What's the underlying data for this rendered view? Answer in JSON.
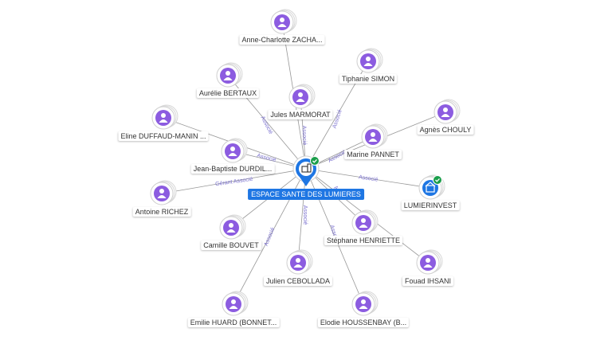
{
  "colors": {
    "person": "#8c5ce0",
    "company": "#1e76e3",
    "edge": "#6b6b6b",
    "edge_label": "#7a70cf",
    "check": "#1a9e4a"
  },
  "center": {
    "label": "ESPACE SANTE DES LUMIERES",
    "icon": "building-icon",
    "verified": true
  },
  "nodes": [
    {
      "id": "anne",
      "label": "Anne-Charlotte ZACHA...",
      "type": "person",
      "edge_label": ""
    },
    {
      "id": "tiphanie",
      "label": "Tiphanie SIMON",
      "type": "person",
      "edge_label": "Associé"
    },
    {
      "id": "aurelie",
      "label": "Aurélie BERTAUX",
      "type": "person",
      "edge_label": "Associé"
    },
    {
      "id": "jules",
      "label": "Jules MARMORAT",
      "type": "person",
      "edge_label": "Associé"
    },
    {
      "id": "agnes",
      "label": "Agnès CHOULY",
      "type": "person",
      "edge_label": ""
    },
    {
      "id": "eline",
      "label": "Eline DUFFAUD-MANIN ...",
      "type": "person",
      "edge_label": ""
    },
    {
      "id": "marine",
      "label": "Marine PANNET",
      "type": "person",
      "edge_label": "Associé"
    },
    {
      "id": "jeanbaptiste",
      "label": "Jean-Baptiste DURDIL...",
      "type": "person",
      "edge_label": "Associé"
    },
    {
      "id": "lumierinvest",
      "label": "LUMIERINVEST",
      "type": "company",
      "edge_label": "Associé",
      "verified": true
    },
    {
      "id": "antoine",
      "label": "Antoine RICHEZ",
      "type": "person",
      "edge_label": "Gérant Associé"
    },
    {
      "id": "camille",
      "label": "Camille BOUVET",
      "type": "person",
      "edge_label": ""
    },
    {
      "id": "stephane",
      "label": "Stéphane HENRIETTE",
      "type": "person",
      "edge_label": "Associé"
    },
    {
      "id": "fouad",
      "label": "Fouad IHSANI",
      "type": "person",
      "edge_label": ""
    },
    {
      "id": "julien",
      "label": "Julien CEBOLLADA",
      "type": "person",
      "edge_label": "Associé"
    },
    {
      "id": "emilie",
      "label": "Emilie HUARD (BONNET...",
      "type": "person",
      "edge_label": "Associé"
    },
    {
      "id": "elodie",
      "label": "Elodie HOUSSENBAY (B...",
      "type": "person",
      "edge_label": "Associé"
    }
  ]
}
